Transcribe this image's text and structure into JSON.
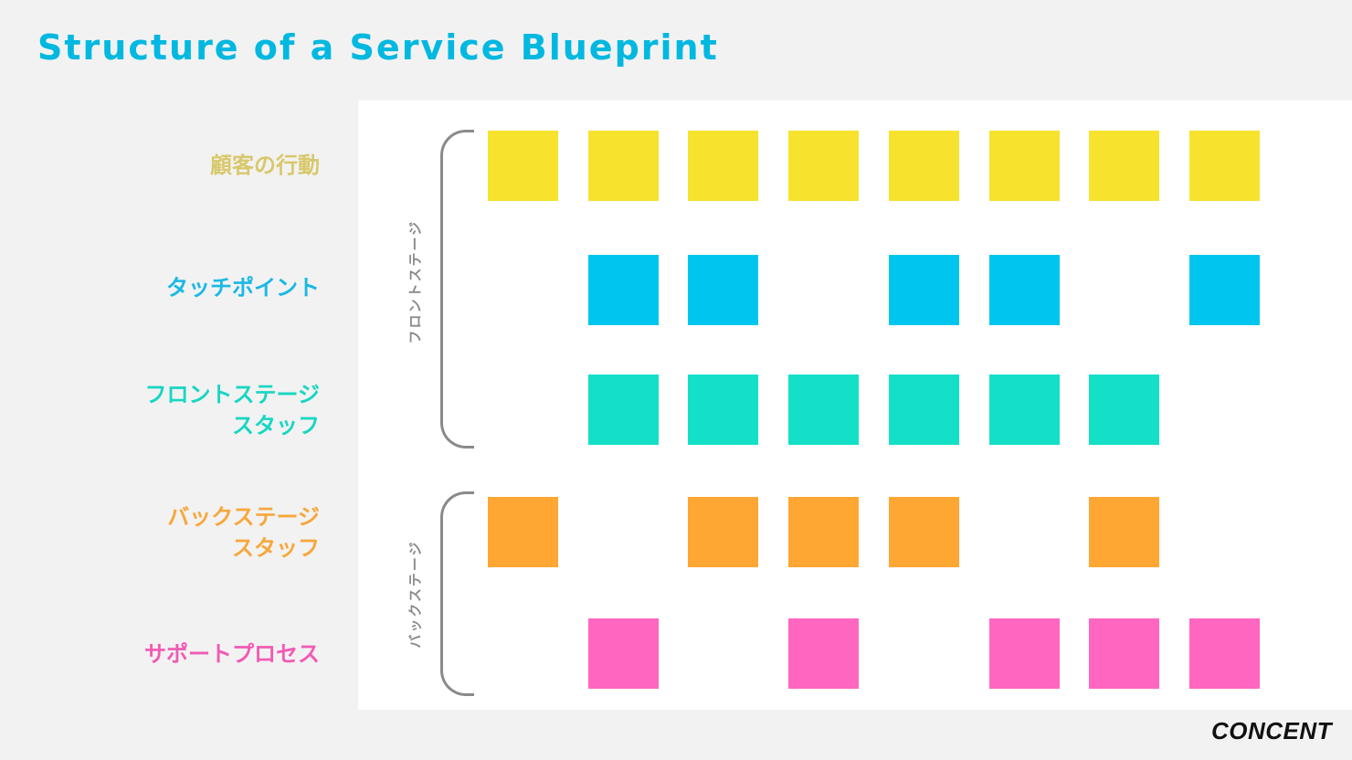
{
  "title": "Structure of a Service Blueprint",
  "logo": "CONCENT",
  "colors": {
    "title": "#00b8e0",
    "background": "#f2f2f2",
    "board": "#ffffff",
    "bracket": "#8a8a8a"
  },
  "groups": [
    {
      "label": "フロントステージ",
      "lanes": [
        0,
        1,
        2
      ]
    },
    {
      "label": "バックステージ",
      "lanes": [
        3,
        4
      ]
    }
  ],
  "lanes": [
    {
      "label": "顧客の行動",
      "color": "#f7e22d",
      "label_color": "#d8c86a",
      "cells": [
        1,
        1,
        1,
        1,
        1,
        1,
        1,
        1
      ]
    },
    {
      "label": "タッチポイント",
      "color": "#00c6ef",
      "label_color": "#1ab8e4",
      "cells": [
        0,
        1,
        1,
        0,
        1,
        1,
        0,
        1
      ]
    },
    {
      "label": "フロントステージ\nスタッフ",
      "color": "#14e0c8",
      "label_color": "#18d6c2",
      "cells": [
        0,
        1,
        1,
        1,
        1,
        1,
        1,
        0
      ]
    },
    {
      "label": "バックステージ\nスタッフ",
      "color": "#ffa633",
      "label_color": "#f7a73a",
      "cells": [
        1,
        0,
        1,
        1,
        1,
        0,
        1,
        0
      ]
    },
    {
      "label": "サポートプロセス",
      "color": "#ff66c0",
      "label_color": "#f25ab4",
      "cells": [
        0,
        1,
        0,
        1,
        0,
        1,
        1,
        1
      ]
    }
  ]
}
